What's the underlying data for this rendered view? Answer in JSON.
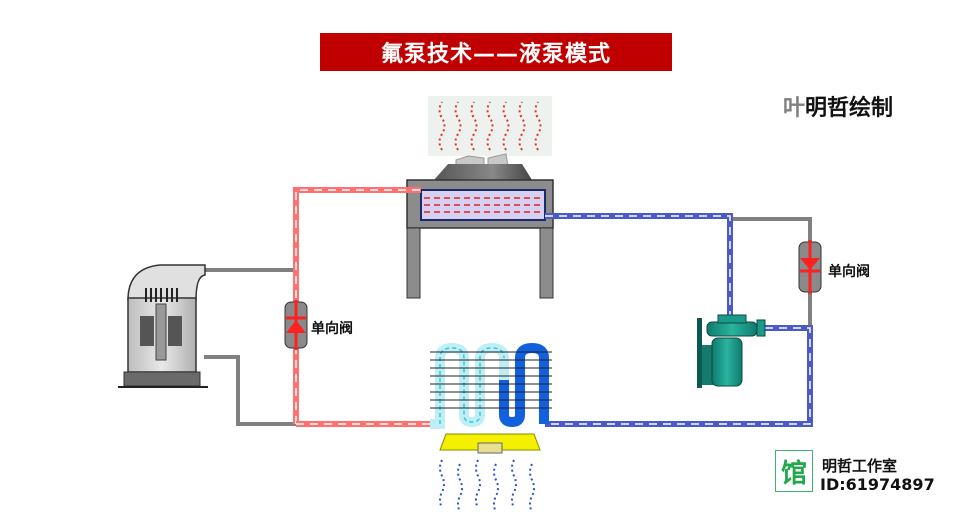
{
  "header": {
    "title": "氟泵技术——液泵模式",
    "author_first": "叶",
    "author_rest": "明哲绘制"
  },
  "labels": {
    "check_valve_left": "单向阀",
    "check_valve_right": "单向阀"
  },
  "components": [
    {
      "name": "compressor",
      "semantic": "scroll compressor"
    },
    {
      "name": "condenser",
      "semantic": "condenser with fan (heat rejection, red)"
    },
    {
      "name": "evaporator",
      "semantic": "evaporator coil with fan (cold air, blue)"
    },
    {
      "name": "liquid-pump",
      "semantic": "refrigerant liquid pump"
    },
    {
      "name": "check-valve-left",
      "semantic": "check valve on compressor bypass"
    },
    {
      "name": "check-valve-right",
      "semantic": "check valve on pump bypass"
    }
  ],
  "colors": {
    "title_bg": "#c00000",
    "hot_pipe": "#ff5a5a",
    "cold_pipe": "#3a52c8",
    "idle_pipe": "#808080",
    "pump": "#1a9a8a",
    "evaporator_fan": "#f5f000",
    "stamp": "#22a84c"
  },
  "watermark": {
    "stamp_char": "馆",
    "studio": "明哲工作室",
    "id": "ID:61974897"
  }
}
